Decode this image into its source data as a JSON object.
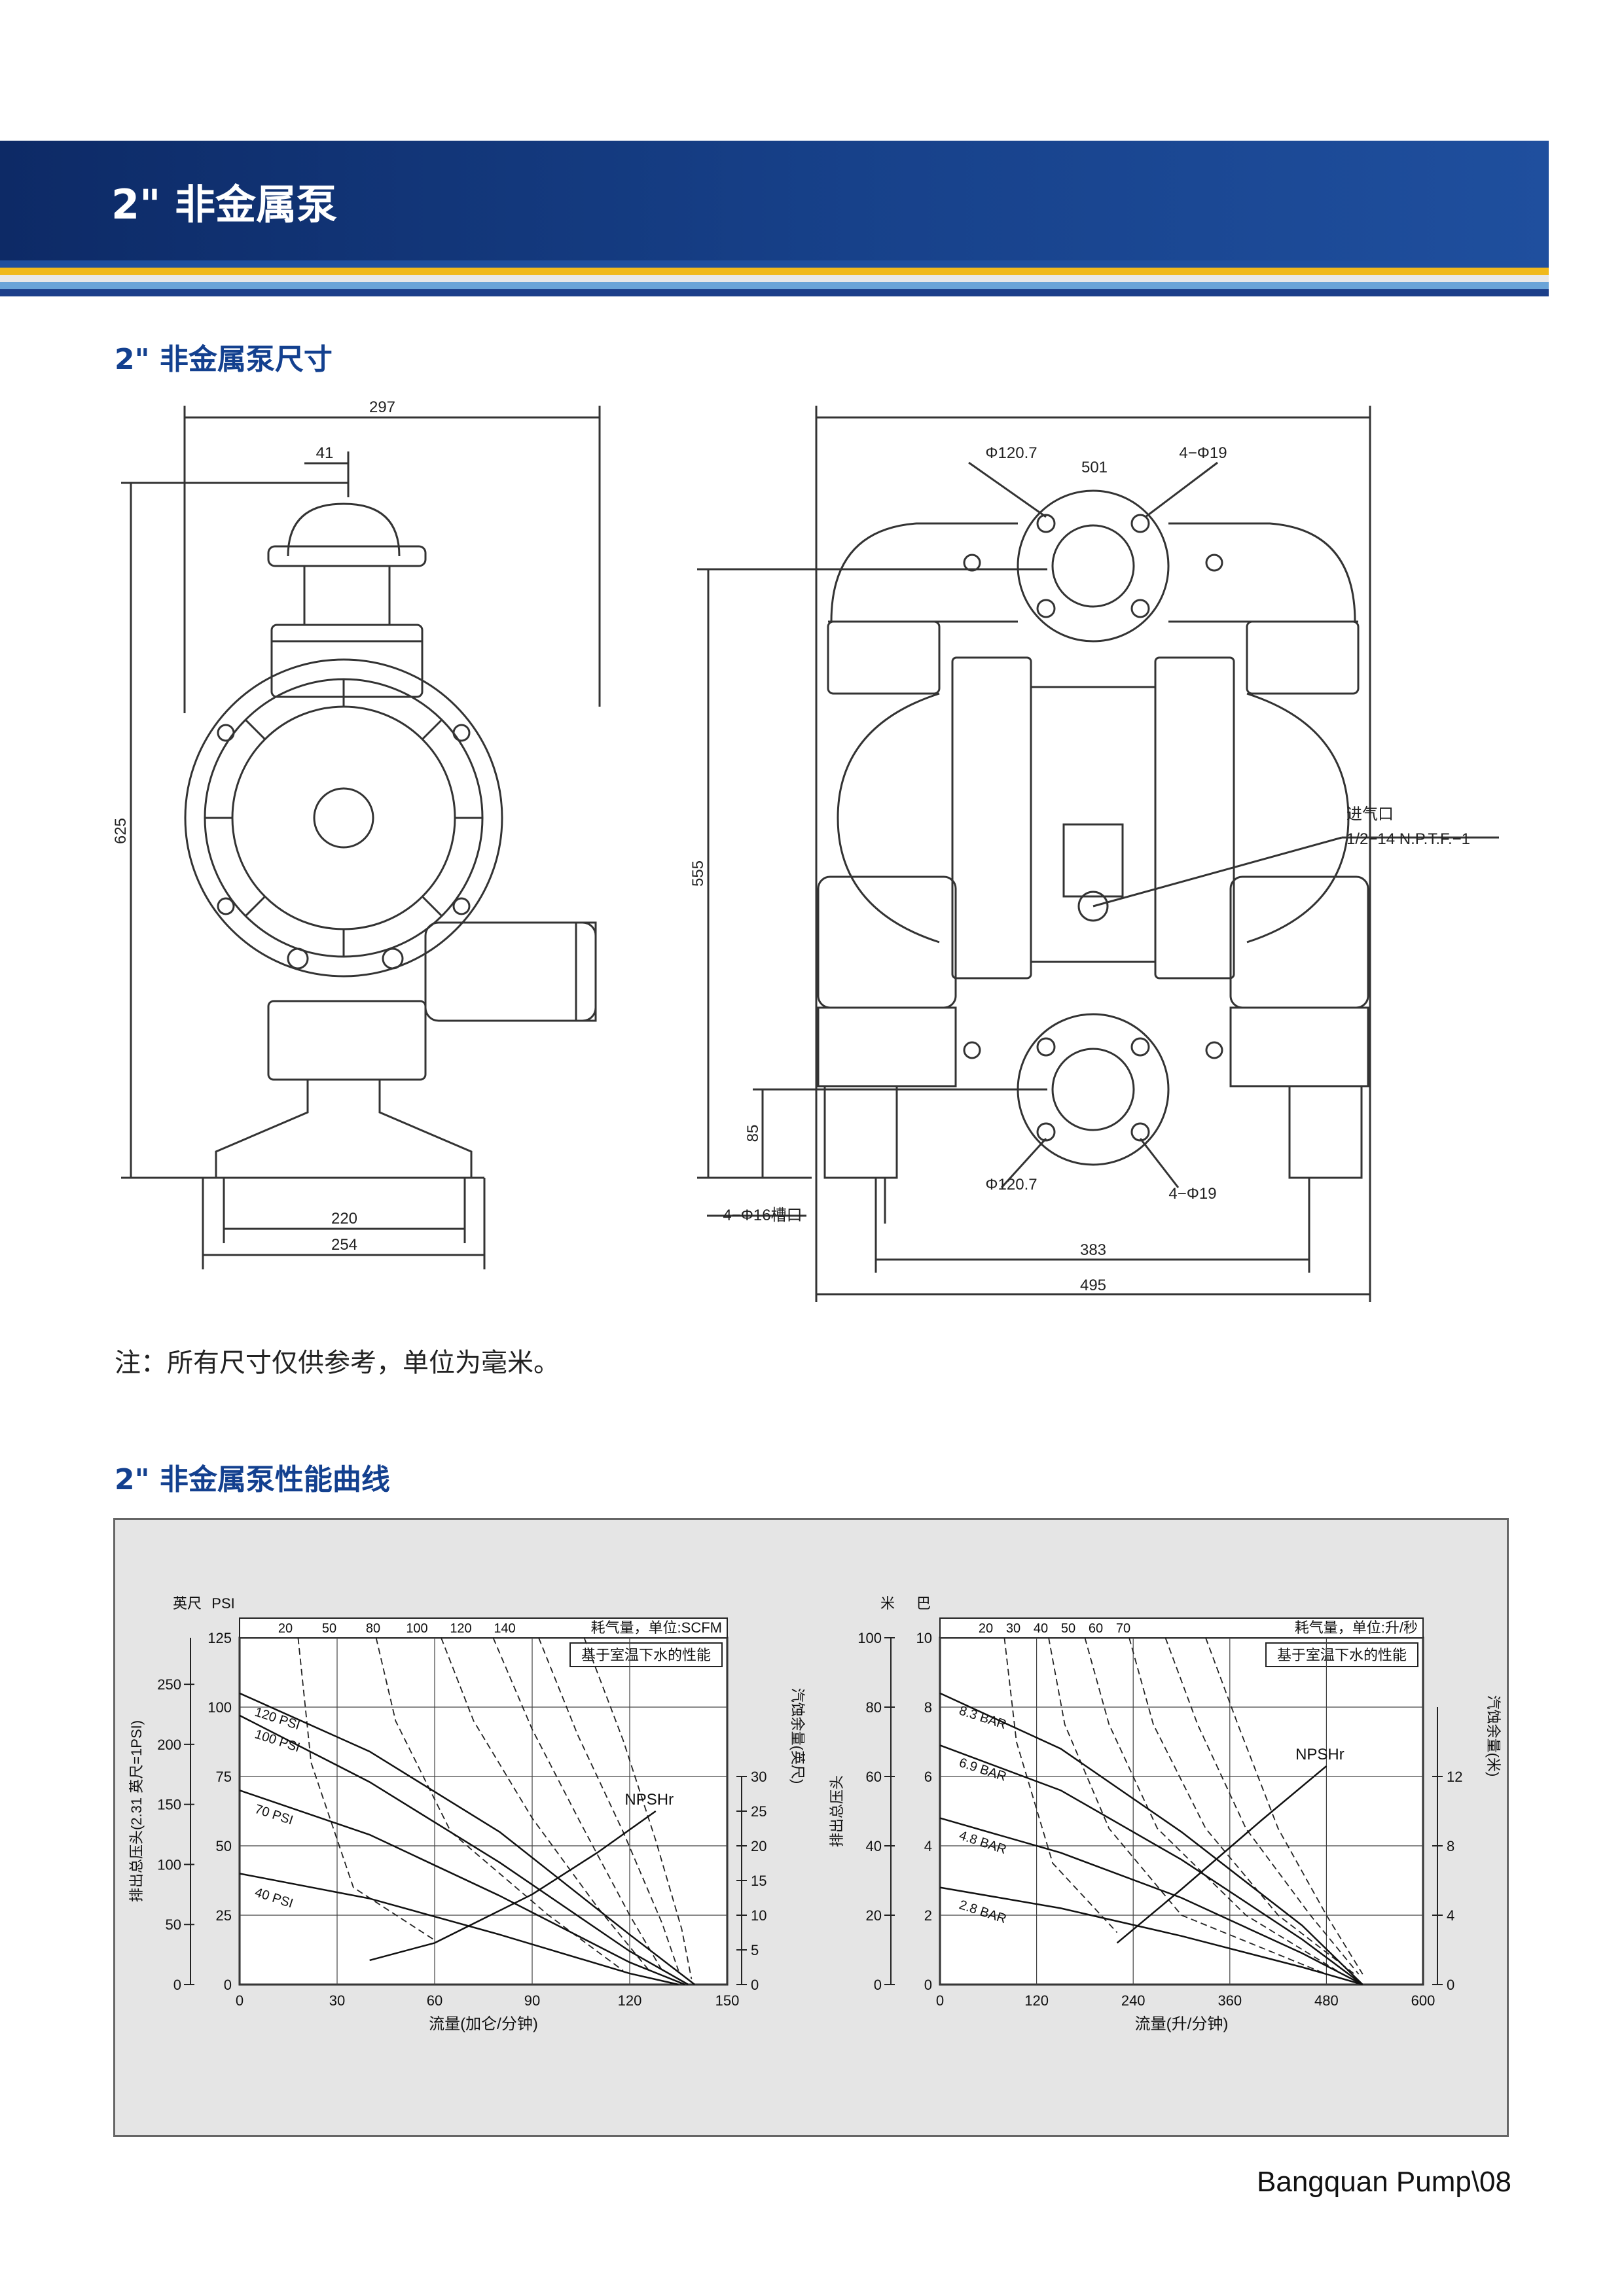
{
  "header": {
    "title": "2\" 非金属泵"
  },
  "sections": {
    "dimensions_title": "2\" 非金属泵尺寸",
    "performance_title": "2\" 非金属泵性能曲线"
  },
  "note": "注：所有尺寸仅供参考，单位为毫米。",
  "drawing": {
    "side": {
      "width_top": "297",
      "offset": "41",
      "height": "625",
      "base_inner": "220",
      "base_outer": "254"
    },
    "front": {
      "flange_top": "Φ120.7",
      "flange_top_width": "501",
      "bolts_top": "4−Φ19",
      "air_inlet_label": "进气口",
      "air_inlet_thread": "1/2−14 N.P.T.F.−1",
      "height": "555",
      "outlet_height": "85",
      "flange_bottom": "Φ120.7",
      "bolts_bottom": "4−Φ19",
      "slot": "4−Φ16槽口",
      "base_inner": "383",
      "base_outer": "495"
    }
  },
  "chart_data": [
    {
      "type": "line",
      "title": "基于室温下水的性能",
      "top_axis_label": "耗气量，单位:SCFM",
      "top_axis_ticks": [
        "20",
        "50",
        "80",
        "100",
        "120",
        "140"
      ],
      "xlabel": "流量(加仑/分钟)",
      "x_ticks": [
        "0",
        "30",
        "60",
        "90",
        "120",
        "150"
      ],
      "xlim": [
        0,
        150
      ],
      "ylabel": "排出总压头(2.31 英尺=1PSI)",
      "y_unit_feet": "英尺",
      "y_unit_psi": "PSI",
      "y_ticks_feet": [
        "0",
        "50",
        "100",
        "150",
        "200",
        "250"
      ],
      "y_ticks_psi": [
        "0",
        "25",
        "50",
        "75",
        "100",
        "125"
      ],
      "ylim_psi": [
        0,
        125
      ],
      "right_axis_label": "汽蚀余量(英尺)",
      "right_ticks": [
        "0",
        "5",
        "10",
        "15",
        "20",
        "25",
        "30"
      ],
      "right_lim": [
        0,
        30
      ],
      "npsh_label": "NPSHr",
      "series": [
        {
          "name": "120 PSI",
          "x": [
            0,
            40,
            80,
            120,
            140
          ],
          "y": [
            105,
            84,
            55,
            18,
            0
          ]
        },
        {
          "name": "100 PSI",
          "x": [
            0,
            40,
            80,
            120,
            138
          ],
          "y": [
            97,
            73,
            44,
            12,
            0
          ]
        },
        {
          "name": "70 PSI",
          "x": [
            0,
            40,
            80,
            120,
            137
          ],
          "y": [
            70,
            54,
            32,
            8,
            0
          ]
        },
        {
          "name": "40 PSI",
          "x": [
            0,
            40,
            80,
            120,
            135
          ],
          "y": [
            40,
            31,
            18,
            4,
            0
          ]
        }
      ],
      "npsh_series": {
        "x": [
          40,
          60,
          90,
          110,
          128
        ],
        "y": [
          3.5,
          6,
          13,
          19,
          25
        ]
      },
      "air_curves": [
        {
          "x": [
            18,
            22,
            35,
            60
          ],
          "y": [
            125,
            80,
            35,
            16
          ]
        },
        {
          "x": [
            42,
            48,
            65,
            95,
            118
          ],
          "y": [
            125,
            95,
            55,
            25,
            5
          ]
        },
        {
          "x": [
            62,
            72,
            90,
            110,
            126
          ],
          "y": [
            125,
            95,
            60,
            28,
            5
          ]
        },
        {
          "x": [
            78,
            90,
            105,
            120,
            130
          ],
          "y": [
            125,
            92,
            58,
            25,
            5
          ]
        },
        {
          "x": [
            92,
            104,
            118,
            130,
            135
          ],
          "y": [
            125,
            90,
            55,
            22,
            5
          ]
        },
        {
          "x": [
            106,
            118,
            128,
            136,
            139
          ],
          "y": [
            125,
            88,
            52,
            20,
            2
          ]
        }
      ]
    },
    {
      "type": "line",
      "title": "基于室温下水的性能",
      "top_axis_label": "耗气量，单位:升/秒",
      "top_axis_ticks": [
        "20",
        "30",
        "40",
        "50",
        "60",
        "70"
      ],
      "xlabel": "流量(升/分钟)",
      "x_ticks": [
        "0",
        "120",
        "240",
        "360",
        "480",
        "600"
      ],
      "xlim": [
        0,
        600
      ],
      "ylabel": "排出总压头",
      "y_unit_m": "米",
      "y_unit_bar": "巴",
      "y_ticks_m": [
        "0",
        "20",
        "40",
        "60",
        "80",
        "100"
      ],
      "y_ticks_bar": [
        "0",
        "2",
        "4",
        "6",
        "8",
        "10"
      ],
      "ylim_bar": [
        0,
        10
      ],
      "right_axis_label": "汽蚀余量(米)",
      "right_ticks": [
        "0",
        "4",
        "8",
        "12"
      ],
      "right_lim": [
        0,
        16
      ],
      "npsh_label": "NPSHr",
      "series": [
        {
          "name": "8.3 BAR",
          "x": [
            0,
            150,
            300,
            450,
            525
          ],
          "y": [
            8.4,
            6.8,
            4.4,
            1.7,
            0
          ]
        },
        {
          "name": "6.9 BAR",
          "x": [
            0,
            150,
            300,
            450,
            525
          ],
          "y": [
            6.9,
            5.6,
            3.6,
            1.3,
            0
          ]
        },
        {
          "name": "4.8 BAR",
          "x": [
            0,
            150,
            300,
            450,
            525
          ],
          "y": [
            4.8,
            3.8,
            2.5,
            0.9,
            0
          ]
        },
        {
          "name": "2.8 BAR",
          "x": [
            0,
            150,
            300,
            450,
            525
          ],
          "y": [
            2.8,
            2.2,
            1.4,
            0.5,
            0
          ]
        }
      ],
      "npsh_series": {
        "x": [
          220,
          300,
          400,
          480
        ],
        "y": [
          2.4,
          5.5,
          9.5,
          12.6
        ]
      },
      "air_curves": [
        {
          "x": [
            80,
            95,
            140,
            220
          ],
          "y": [
            10,
            7,
            3.5,
            1.5
          ]
        },
        {
          "x": [
            135,
            155,
            210,
            300,
            480
          ],
          "y": [
            10,
            7.5,
            4.5,
            2,
            0.3
          ]
        },
        {
          "x": [
            180,
            210,
            270,
            380,
            500
          ],
          "y": [
            10,
            7.5,
            4.5,
            2,
            0.3
          ]
        },
        {
          "x": [
            235,
            265,
            330,
            420,
            515
          ],
          "y": [
            10,
            7.5,
            4.5,
            2,
            0.3
          ]
        },
        {
          "x": [
            280,
            320,
            380,
            460,
            520
          ],
          "y": [
            10,
            7.5,
            4.5,
            2,
            0.3
          ]
        },
        {
          "x": [
            330,
            370,
            420,
            480,
            525
          ],
          "y": [
            10,
            7.5,
            4.5,
            2,
            0.3
          ]
        }
      ]
    }
  ],
  "footer": {
    "brand": "Bangquan Pump",
    "page": "\\08"
  }
}
